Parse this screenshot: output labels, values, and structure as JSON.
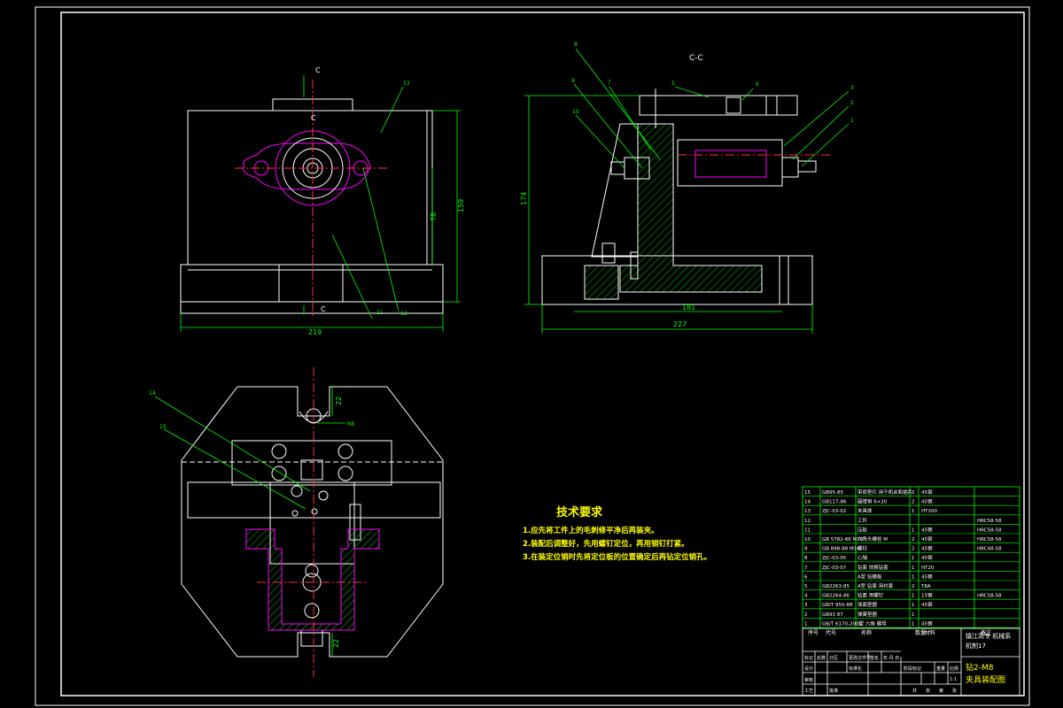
{
  "colors": {
    "background": "#000000",
    "outline": "#ffffff",
    "dimension": "#00ff00",
    "centerline": "#ff3333",
    "workpiece": "#ff00ff",
    "annotation": "#ffff00",
    "hatch": "#00ff00"
  },
  "views": {
    "front": {
      "section_marks": [
        "C",
        "C",
        "C"
      ],
      "dim_width": "219",
      "dim_height": "159",
      "dim_inner": "78",
      "balloons": [
        "13",
        "11",
        "12"
      ]
    },
    "section": {
      "title": "C-C",
      "dim_width": "227",
      "dim_base": "181",
      "dim_height": "174",
      "balloons": [
        "8",
        "9",
        "7",
        "10",
        "5",
        "6",
        "3",
        "2",
        "1"
      ]
    },
    "plan": {
      "dim_slot": "22",
      "dim_slot_r": "R8",
      "dim_bottom": "22",
      "balloons": [
        "14",
        "15"
      ]
    }
  },
  "tech_requirements": {
    "title": "技术要求",
    "items": [
      "1.应先将工件上的毛刺修平净后再装夹。",
      "2.装配后调整好，先用螺钉定位，再用销钉打紧。",
      "3.在装定位销时先将定位板的位置确定后再钻定位销孔。"
    ]
  },
  "bom": {
    "rows": [
      {
        "no": "15",
        "code": "GB95-85",
        "name": "带肩垫片 用于机夹和插片",
        "qty": "2",
        "material": "45钢",
        "note": ""
      },
      {
        "no": "14",
        "code": "GB117-86",
        "name": "圆锥销 6×20",
        "qty": "2",
        "material": "45钢",
        "note": ""
      },
      {
        "no": "13",
        "code": "ZJC-03-02",
        "name": "夹具体",
        "qty": "1",
        "material": "HT200",
        "note": ""
      },
      {
        "no": "12",
        "code": "",
        "name": "工件",
        "qty": "",
        "material": "",
        "note": "HRC58-58"
      },
      {
        "no": "11",
        "code": "",
        "name": "压板",
        "qty": "1",
        "material": "45钢",
        "note": "HRC58-58"
      },
      {
        "no": "10",
        "code": "GB 5782-86 M16",
        "name": "六角头螺栓 M",
        "qty": "2",
        "material": "45钢",
        "note": "HRC58-58"
      },
      {
        "no": "9",
        "code": "GB 898-88 M16",
        "name": "螺柱",
        "qty": "2",
        "material": "45钢",
        "note": "HRC48-58"
      },
      {
        "no": "8",
        "code": "ZJC-03-05",
        "name": "心轴",
        "qty": "1",
        "material": "45钢",
        "note": ""
      },
      {
        "no": "7",
        "code": "ZJC-03-07",
        "name": "钻套 快换钻套",
        "qty": "1",
        "material": "HT20",
        "note": ""
      },
      {
        "no": "6",
        "code": "",
        "name": "A型 钻模板",
        "qty": "1",
        "material": "45钢",
        "note": ""
      },
      {
        "no": "5",
        "code": "GB2263-85",
        "name": "A型 钻套 用衬套",
        "qty": "2",
        "material": "T8A",
        "note": ""
      },
      {
        "no": "4",
        "code": "GB2264-86",
        "name": "钻套 用螺钉",
        "qty": "1",
        "material": "15钢",
        "note": "HRC58-58"
      },
      {
        "no": "3",
        "code": "GB/T 955-88",
        "name": "球面垫圈",
        "qty": "1",
        "material": "45钢",
        "note": ""
      },
      {
        "no": "2",
        "code": "GB93 87",
        "name": "弹簧垫圈",
        "qty": "1",
        "material": "",
        "note": ""
      },
      {
        "no": "1",
        "code": "GB/T 6170-2000",
        "name": "I型 六角 螺母",
        "qty": "1",
        "material": "45钢",
        "note": ""
      }
    ],
    "header": {
      "no": "序号",
      "code": "代号",
      "name": "名称",
      "qty": "数量",
      "material": "材料",
      "note": "备注"
    }
  },
  "title_block": {
    "school": "镇江高专 机械系",
    "class": "机制17",
    "drawing_no": "钻2-M8",
    "drawing_name": "夹具装配图",
    "scale": "1:1",
    "labels": [
      "标记",
      "处数",
      "分区",
      "更改文件号",
      "签名",
      "年.月.日",
      "设计",
      "标准化",
      "阶段标记",
      "重量",
      "比例",
      "审核",
      "工艺",
      "批准",
      "共",
      "张",
      "第",
      "张"
    ]
  }
}
